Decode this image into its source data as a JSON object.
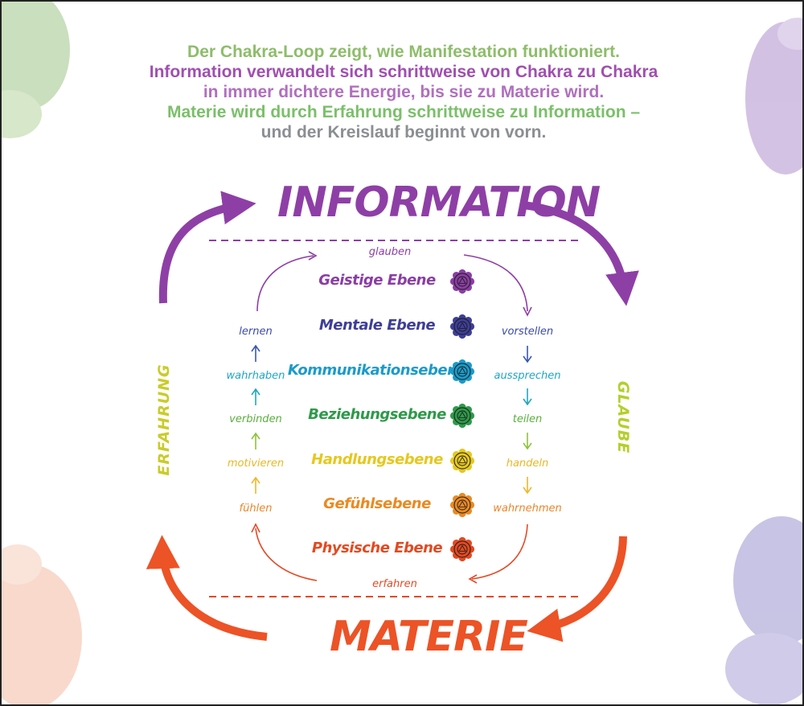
{
  "intro": [
    {
      "text": "Der Chakra-Loop zeigt, wie Manifestation funktioniert.",
      "color": "#8dbd6a"
    },
    {
      "text": "Information verwandelt sich schrittweise von Chakra zu Chakra",
      "color": "#a04fb0"
    },
    {
      "text": "in immer dichtere Energie, bis sie zu Materie wird.",
      "color": "#b06fbe"
    },
    {
      "text": "Materie wird durch Erfahrung schrittweise zu Information –",
      "color": "#7bbf6a"
    },
    {
      "text": "und der Kreislauf beginnt von vorn.",
      "color": "#8a8f92"
    }
  ],
  "loop": {
    "top": "INFORMATION",
    "bottom": "MATERIE",
    "left": "ERFAHRUNG",
    "right": "GLAUBE"
  },
  "levels": [
    {
      "label": "Geistige Ebene",
      "color": "#8a3ea3",
      "icon": "crown-chakra-icon"
    },
    {
      "label": "Mentale Ebene",
      "color": "#3e3e98",
      "icon": "third-eye-chakra-icon"
    },
    {
      "label": "Kommunikationsebene",
      "color": "#1b9bc9",
      "icon": "throat-chakra-icon"
    },
    {
      "label": "Beziehungsebene",
      "color": "#2e9a4a",
      "icon": "heart-chakra-icon"
    },
    {
      "label": "Handlungsebene",
      "color": "#e6c81e",
      "icon": "solar-plexus-chakra-icon"
    },
    {
      "label": "Gefühlsebene",
      "color": "#ea8a22",
      "icon": "sacral-chakra-icon"
    },
    {
      "label": "Physische Ebene",
      "color": "#e24a22",
      "icon": "root-chakra-icon"
    }
  ],
  "steps": {
    "top": "glauben",
    "bottom": "erfahren",
    "right": [
      "vorstellen",
      "aussprechen",
      "teilen",
      "handeln",
      "wahrnehmen"
    ],
    "left": [
      "lernen",
      "wahrhaben",
      "verbinden",
      "motivieren",
      "fühlen"
    ]
  },
  "colors": {
    "purple": "#8e3fa6",
    "orange_red": "#ec5326",
    "yellow": "#d8cc22",
    "teal": "#2ab0c8"
  }
}
